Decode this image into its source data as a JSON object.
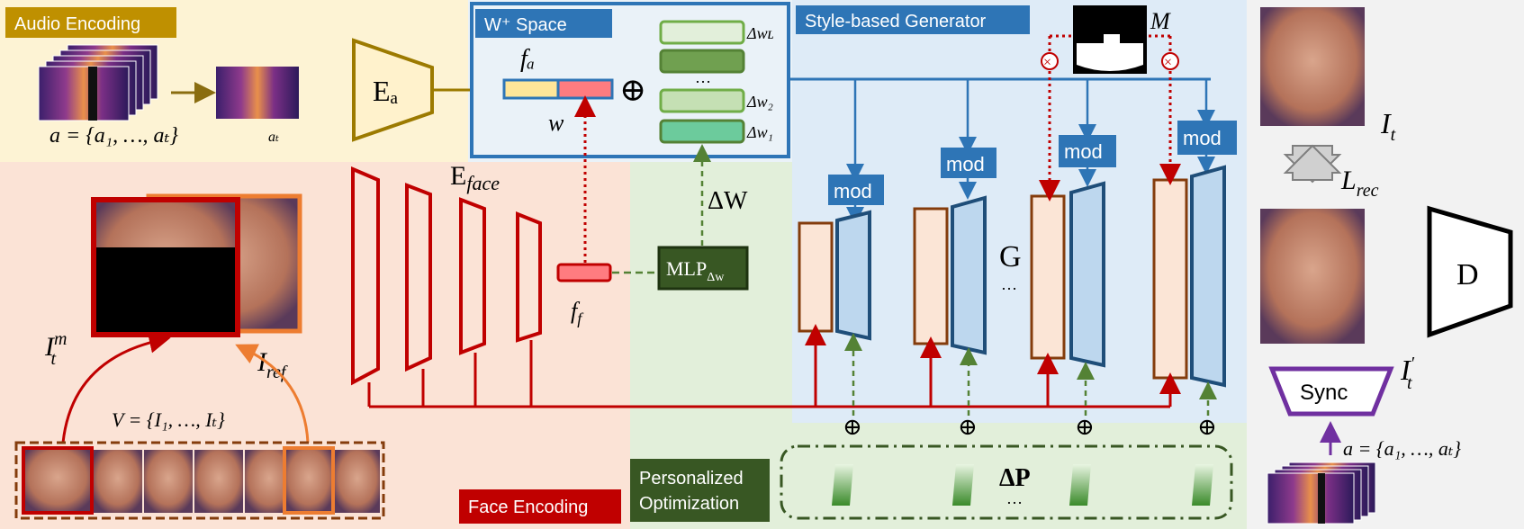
{
  "sections": {
    "audio_encoding": "Audio Encoding",
    "w_space": "W⁺ Space",
    "style_generator": "Style-based Generator",
    "face_encoding": "Face Encoding",
    "personalized_opt_line1": "Personalized",
    "personalized_opt_line2": "Optimization"
  },
  "audio": {
    "seq_label": "a = {a₁, …, aₜ}",
    "frame_label": "aₜ",
    "encoder": "Eₐ"
  },
  "wspace": {
    "fa": "fₐ",
    "w": "w",
    "oplus": "⊕",
    "dwL": "Δwʟ",
    "dots": "…",
    "dw2": "Δw₂",
    "dw1": "Δw₁"
  },
  "face": {
    "encoder": "E_face",
    "ff": "f_f",
    "mlp": "MLP_Δw",
    "deltaW": "ΔW",
    "itm": "I_t^m",
    "iref": "I_ref",
    "video_seq": "V = {I₁, …, Iₜ}"
  },
  "generator": {
    "mod": "mod",
    "G": "G",
    "dots": "…",
    "mask": "M",
    "deltaP": "ΔP",
    "deltaP_dots": "…"
  },
  "right": {
    "it": "I_t",
    "lrec": "L_rec",
    "D": "D",
    "it_prime": "I_t′",
    "sync": "Sync",
    "audio_seq": "a = {a₁, …, aₜ}"
  },
  "colors": {
    "audio_bg": "#FDF3D4",
    "face_bg": "#FBE3D6",
    "green_bg": "#E2EFDA",
    "blue_bg": "#DEEBF7",
    "right_bg": "#F2F2F2",
    "red": "#C00000",
    "orange": "#ED7D31",
    "gold": "#B8860B",
    "blue": "#2E75B6",
    "dark_green": "#385723"
  }
}
